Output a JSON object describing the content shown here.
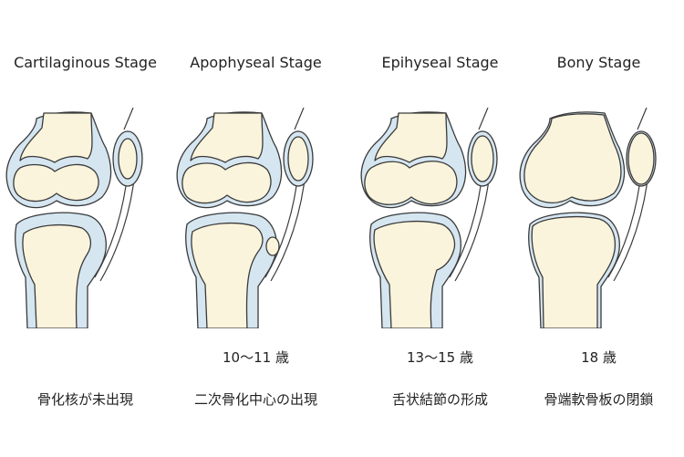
{
  "stages": [
    {
      "title": "Cartilaginous Stage",
      "age": "",
      "description": "骨化核が未出現",
      "variant": "cartilaginous"
    },
    {
      "title": "Apophyseal Stage",
      "age": "10〜11 歳",
      "description": "二次骨化中心の出現",
      "variant": "apophyseal"
    },
    {
      "title": "Epihyseal Stage",
      "age": "13〜15 歳",
      "description": "舌状結節の形成",
      "variant": "epiphyseal"
    },
    {
      "title": "Bony Stage",
      "age": "18 歳",
      "description": "骨端軟骨板の閉鎖",
      "variant": "bony"
    }
  ],
  "colors": {
    "bone": "#fbf4dc",
    "cartilage": "#d5e6f1",
    "outline": "#3a3a3a"
  }
}
